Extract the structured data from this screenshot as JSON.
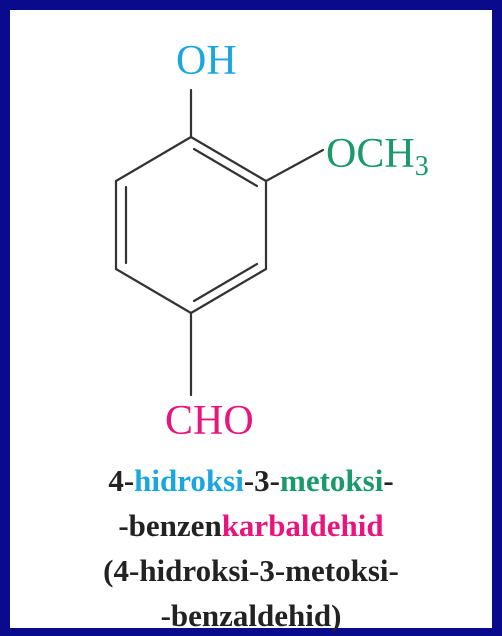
{
  "substituents": {
    "oh": "OH",
    "och3_base": "OCH",
    "och3_sub": "3",
    "cho": "CHO"
  },
  "name_line1": {
    "prefix": "4-",
    "hydroxy": "hidroksi",
    "mid": "-3-",
    "methoxy": "metoksi",
    "suffix": "-"
  },
  "name_line2": {
    "prefix": "-benzen",
    "aldehyde": "karbaldehid"
  },
  "name_line3": "(4-hidroksi-3-metoksi-",
  "name_line4": "-benzaldehid)",
  "colors": {
    "hydroxy": "#1aa7e0",
    "methoxy": "#1a9a6a",
    "aldehyde": "#e8157f",
    "text": "#222222",
    "frame": "#0a0a8c"
  }
}
